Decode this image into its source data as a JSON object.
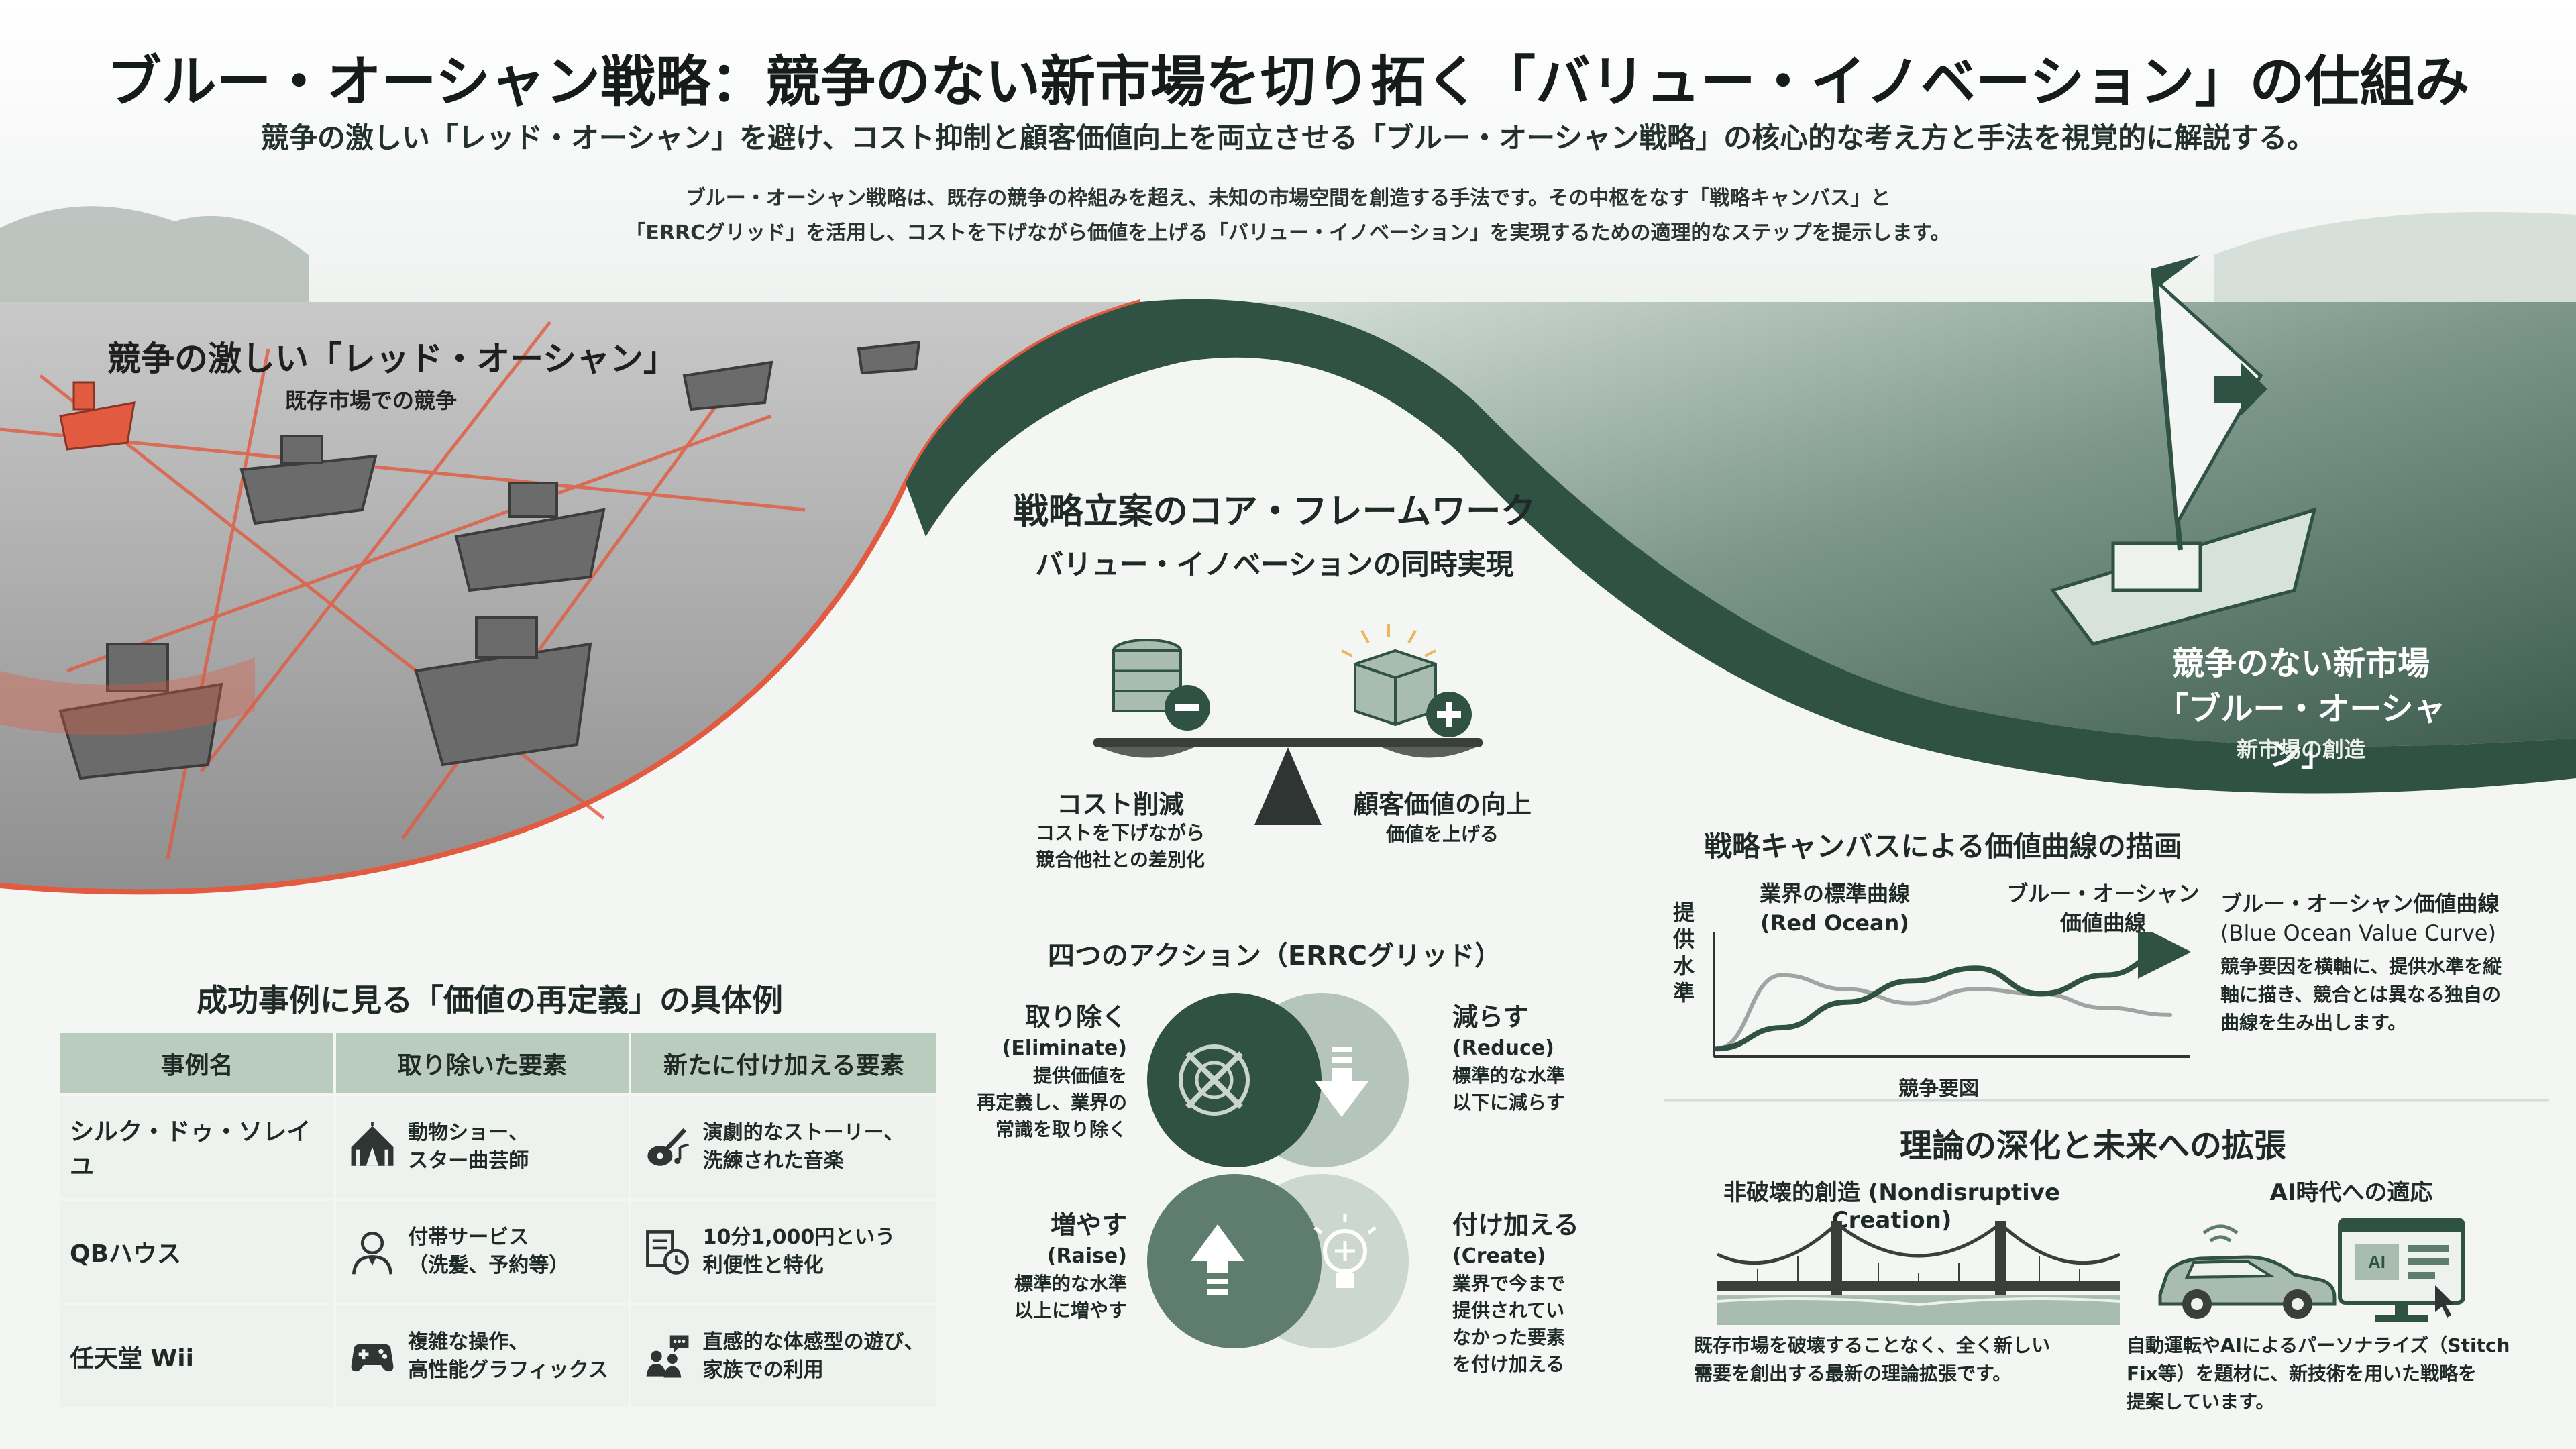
{
  "header": {
    "title": "ブルー・オーシャン戦略：競争のない新市場を切り拓く「バリュー・イノベーション」の仕組み",
    "subtitle": "競争の激しい「レッド・オーシャン」を避け、コスト抑制と顧客価値向上を両立させる「ブルー・オーシャン戦略」の核心的な考え方と手法を視覚的に解説する。",
    "intro_line1": "ブルー・オーシャン戦略は、既存の競争の枠組みを超え、未知の市場空間を創造する手法です。その中枢をなす「戦略キャンバス」と",
    "intro_line2": "「ERRCグリッド」を活用し、コストを下げながら価値を上げる「バリュー・イノベーション」を実現するための適理的なステップを提示します。"
  },
  "red_ocean": {
    "title": "競争の激しい「レッド・オーシャン」",
    "subtitle": "既存市場での競争"
  },
  "blue_ocean": {
    "title_line1": "競争のない新市場",
    "title_line2": "「ブルー・オーシャン」",
    "subtitle": "新市場の創造"
  },
  "core": {
    "title": "戦略立案のコア・フレームワーク",
    "subtitle": "バリュー・イノベーションの同時実現",
    "left_label": "コスト削減",
    "left_desc_line1": "コストを下げながら",
    "left_desc_line2": "競合他社との差別化",
    "right_label": "顧客価値の向上",
    "right_desc": "価値を上げる"
  },
  "errc": {
    "title": "四つのアクション（ERRCグリッド）",
    "eliminate": {
      "jp": "取り除く",
      "en": "(Eliminate)",
      "desc": [
        "提供価値を",
        "再定義し、業界の",
        "常識を取り除く"
      ]
    },
    "reduce": {
      "jp": "減らす",
      "en": "(Reduce)",
      "desc": [
        "標準的な水準",
        "以下に減らす"
      ]
    },
    "raise": {
      "jp": "増やす",
      "en": "(Raise)",
      "desc": [
        "標準的な水準",
        "以上に増やす"
      ]
    },
    "create": {
      "jp": "付け加える",
      "en": "(Create)",
      "desc": [
        "業界で今まで",
        "提供されてい",
        "なかった要素",
        "を付け加える"
      ]
    }
  },
  "cases": {
    "title": "成功事例に見る「価値の再定義」の具体例",
    "headers": [
      "事例名",
      "取り除いた要素",
      "新たに付け加える要素"
    ],
    "rows": [
      {
        "name": "シルク・ドゥ・ソレイユ",
        "removed": [
          "動物ショー、",
          "スター曲芸師"
        ],
        "added": [
          "演劇的なストーリー、",
          "洗練された音楽"
        ],
        "removed_icon": "circus-tent-icon",
        "added_icon": "guitar-music-icon"
      },
      {
        "name": "QBハウス",
        "removed": [
          "付帯サービス",
          "（洗髪、予約等）"
        ],
        "added": [
          "10分1,000円という",
          "利便性と特化"
        ],
        "removed_icon": "person-icon",
        "added_icon": "clock-document-icon"
      },
      {
        "name": "任天堂 Wii",
        "removed": [
          "複雑な操作、",
          "高性能グラフィックス"
        ],
        "added": [
          "直感的な体感型の遊び、",
          "家族での利用"
        ],
        "removed_icon": "gamepad-icon",
        "added_icon": "family-chat-icon"
      }
    ]
  },
  "canvas": {
    "title": "戦略キャンバスによる価値曲線の描画",
    "ylabel": "提供水準",
    "xlabel": "競争要図",
    "red_label_line1": "業界の標準曲線",
    "red_label_line2": "(Red Ocean)",
    "blue_label_line1": "ブルー・オーシャン",
    "blue_label_line2": "価値曲線",
    "desc_title_line1": "ブルー・オーシャン価値曲線",
    "desc_title_line2": "(Blue Ocean Value Curve)",
    "desc_lines": [
      "競争要因を横軸に、提供水準を縦",
      "軸に描き、競合とは異なる独自の",
      "曲線を生み出します。"
    ]
  },
  "chart_data": {
    "type": "line",
    "title": "戦略キャンバスによる価値曲線の描画",
    "xlabel": "競争要図",
    "ylabel": "提供水準",
    "series": [
      {
        "name": "業界の標準曲線 (Red Ocean)",
        "color": "#a0a4a2",
        "x": [
          0,
          1,
          2,
          3,
          4,
          5,
          6,
          7
        ],
        "values": [
          0.5,
          6.8,
          5.6,
          4.4,
          5.6,
          5.2,
          4.0,
          3.4
        ]
      },
      {
        "name": "ブルー・オーシャン価値曲線",
        "color": "#2f5245",
        "x": [
          0,
          1,
          2,
          3,
          4,
          5,
          6,
          7
        ],
        "values": [
          0.5,
          2.3,
          4.5,
          6.3,
          7.4,
          5.2,
          6.8,
          8.8
        ]
      }
    ],
    "ylim": [
      0,
      10
    ],
    "grid": false
  },
  "theory": {
    "title": "理論の深化と未来への拡張",
    "nd_title": "非破壊的創造 (Nondisruptive Creation)",
    "nd_desc": [
      "既存市場を破壊することなく、全く新しい",
      "需要を創出する最新の理論拡張です。"
    ],
    "ai_title": "AI時代への適応",
    "ai_desc": [
      "自動運転やAIによるパーソナライズ（Stitch",
      "Fix等）を題材に、新技術を用いた戦略を",
      "提案しています。"
    ],
    "ai_screen_label": "AI"
  },
  "colors": {
    "accent": "#44695a",
    "dark": "#2f5245",
    "red": "#e25a3f",
    "table_header": "#b9ccbd"
  }
}
